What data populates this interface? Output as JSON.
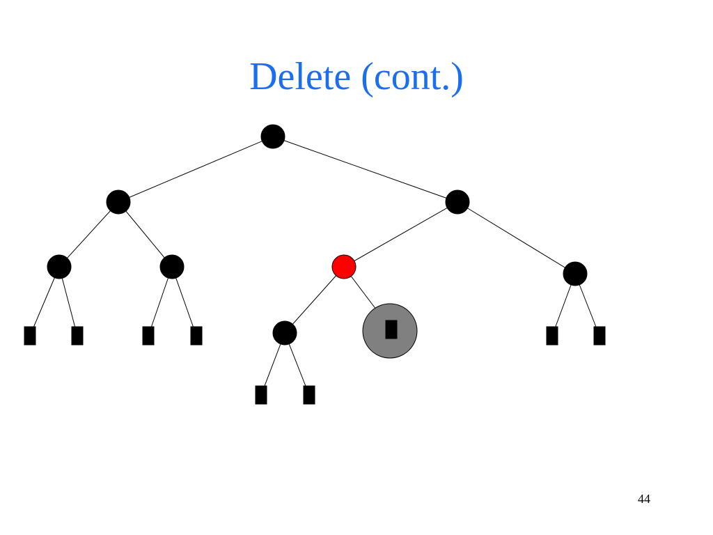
{
  "slide": {
    "title": "Delete (cont.)",
    "page_number": "44"
  },
  "colors": {
    "title": "#1a6ff0",
    "node_black": "#000000",
    "node_red": "#ff0000",
    "highlight_gray": "#808080"
  },
  "tree": {
    "nodes": [
      {
        "id": "root",
        "kind": "black"
      },
      {
        "id": "L",
        "kind": "black"
      },
      {
        "id": "R",
        "kind": "black"
      },
      {
        "id": "LL",
        "kind": "black"
      },
      {
        "id": "LR",
        "kind": "black"
      },
      {
        "id": "RL",
        "kind": "red"
      },
      {
        "id": "RR",
        "kind": "black"
      },
      {
        "id": "RLL",
        "kind": "black"
      },
      {
        "id": "leaf-LL-1",
        "kind": "leaf"
      },
      {
        "id": "leaf-LL-2",
        "kind": "leaf"
      },
      {
        "id": "leaf-LR-1",
        "kind": "leaf"
      },
      {
        "id": "leaf-LR-2",
        "kind": "leaf"
      },
      {
        "id": "leaf-RLL-1",
        "kind": "leaf"
      },
      {
        "id": "leaf-RLL-2",
        "kind": "leaf"
      },
      {
        "id": "leaf-RL-highlighted",
        "kind": "leaf",
        "highlighted": true
      },
      {
        "id": "leaf-RR-1",
        "kind": "leaf"
      },
      {
        "id": "leaf-RR-2",
        "kind": "leaf"
      }
    ],
    "edges": [
      [
        "root",
        "L"
      ],
      [
        "root",
        "R"
      ],
      [
        "L",
        "LL"
      ],
      [
        "L",
        "LR"
      ],
      [
        "R",
        "RL"
      ],
      [
        "R",
        "RR"
      ],
      [
        "LL",
        "leaf-LL-1"
      ],
      [
        "LL",
        "leaf-LL-2"
      ],
      [
        "LR",
        "leaf-LR-1"
      ],
      [
        "LR",
        "leaf-LR-2"
      ],
      [
        "RL",
        "RLL"
      ],
      [
        "RL",
        "leaf-RL-highlighted"
      ],
      [
        "RLL",
        "leaf-RLL-1"
      ],
      [
        "RLL",
        "leaf-RLL-2"
      ],
      [
        "RR",
        "leaf-RR-1"
      ],
      [
        "RR",
        "leaf-RR-2"
      ]
    ]
  }
}
